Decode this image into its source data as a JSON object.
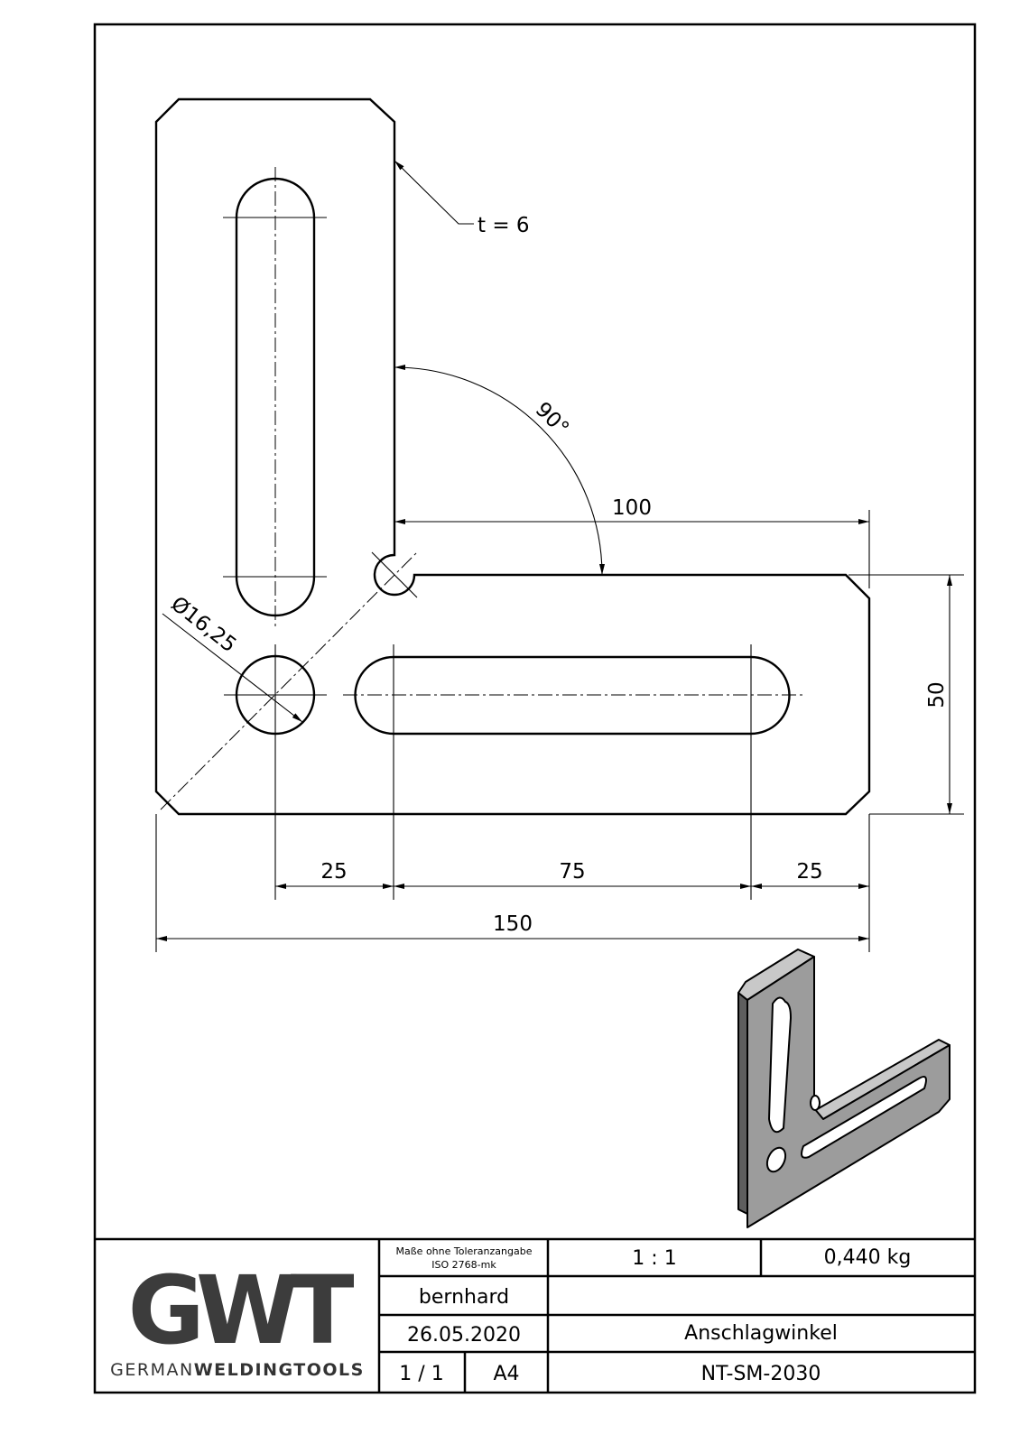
{
  "drawing": {
    "thickness_label": "t = 6",
    "angle_label": "90°",
    "diameter_label": "Ø16,25",
    "dimensions": {
      "d100": "100",
      "d50": "50",
      "d25_left": "25",
      "d75": "75",
      "d25_right": "25",
      "d150": "150"
    }
  },
  "title_block": {
    "logo": {
      "mark": "GWT",
      "wordmark_light": "GERMAN",
      "wordmark_bold": "WELDINGTOOLS"
    },
    "tolerance_line1": "Maße ohne Toleranzangabe",
    "tolerance_line2": "ISO 2768-mk",
    "scale": "1 : 1",
    "weight": "0,440 kg",
    "author": "bernhard",
    "date": "26.05.2020",
    "title": "Anschlagwinkel",
    "sheet": "1 / 1",
    "format": "A4",
    "part_number": "NT-SM-2030"
  }
}
